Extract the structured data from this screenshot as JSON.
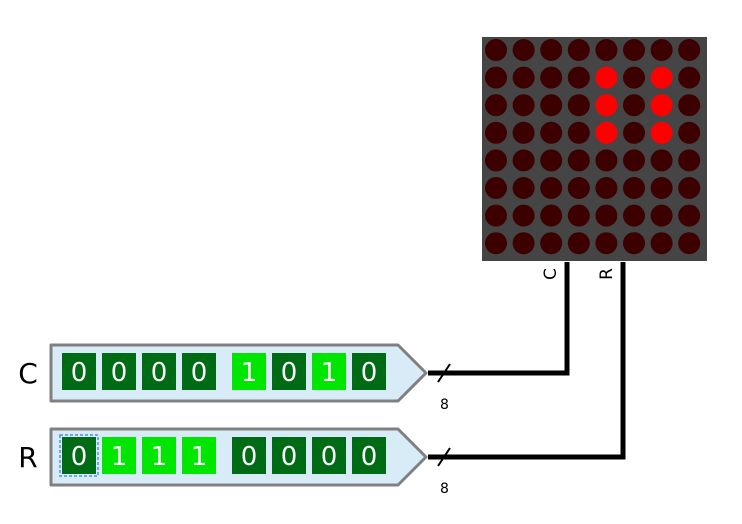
{
  "matrix": {
    "rows": 8,
    "cols": 8,
    "on_color": "#ff0000",
    "off_color": "#3c0000",
    "background": "#454545",
    "lit": [
      [
        1,
        4
      ],
      [
        1,
        6
      ],
      [
        2,
        4
      ],
      [
        2,
        6
      ],
      [
        3,
        4
      ],
      [
        3,
        6
      ]
    ],
    "pin_c_label": "C",
    "pin_r_label": "R"
  },
  "inputs": [
    {
      "label": "C",
      "bits": [
        "0",
        "0",
        "0",
        "0",
        "1",
        "0",
        "1",
        "0"
      ],
      "bus_width": "8"
    },
    {
      "label": "R",
      "bits": [
        "0",
        "1",
        "1",
        "1",
        "0",
        "0",
        "0",
        "0"
      ],
      "bus_width": "8",
      "focused_bit": 0
    }
  ],
  "colors": {
    "bit_on": "#00e600",
    "bit_off": "#006b15",
    "panel_fill": "#d8ecf8",
    "panel_stroke": "#808080",
    "wire": "#000000",
    "focus": "#4a90d9"
  }
}
